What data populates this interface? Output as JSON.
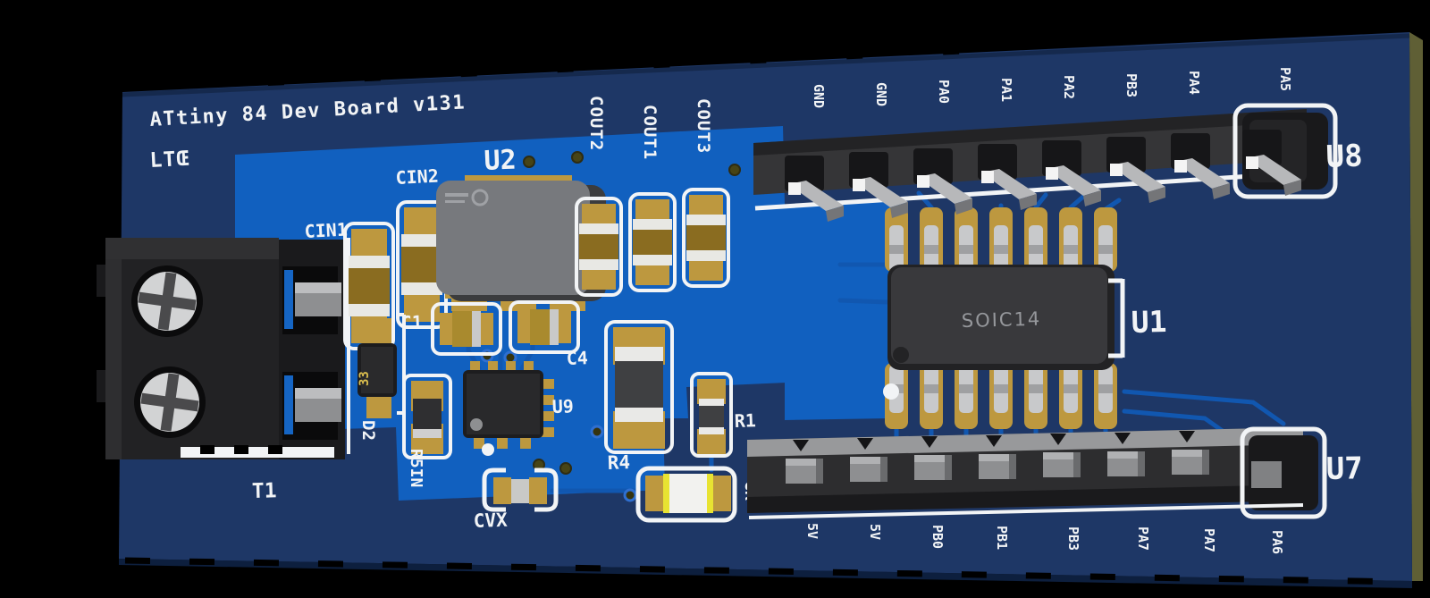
{
  "colors": {
    "background": "#000000",
    "board_navy": "#1e3766",
    "copper_pour_blue": "#1160bf",
    "trace_blue": "#1157b0",
    "silkscreen_white": "#f2f4f6",
    "pad_gold": "#bd983f",
    "board_edge_olive": "#5f5f35",
    "chip_black": "#2c2c2e",
    "module_gray": "#77797d",
    "pin_silver": "#c8c9cb",
    "led_yellow": "#e8e332",
    "d2_marking_yellow": "#dcbf4e"
  },
  "silkscreen": {
    "title_line1": "ATtiny 84 Dev Board v131",
    "title_line2": "LTŒ",
    "designators": {
      "t1": "T1",
      "cin1": "CIN1",
      "cin2": "CIN2",
      "u2": "U2",
      "cout2": "COUT2",
      "cout1": "COUT1",
      "cout3": "COUT3",
      "c1": "C1",
      "c4": "C4",
      "d2": "D2",
      "r5in": "R5IN",
      "u9": "U9",
      "r4": "R4",
      "r1": "R1",
      "gr": "GR",
      "cvx": "CVX",
      "u1": "U1"
    }
  },
  "markings": {
    "d2_body": "33",
    "u1_chip": "SOIC14"
  },
  "top_header": {
    "ref": "U8",
    "pins": [
      "GND",
      "GND",
      "PA0",
      "PA1",
      "PA2",
      "PB3",
      "PA4",
      "PA5"
    ]
  },
  "bottom_header": {
    "ref": "U7",
    "pins": [
      "5V",
      "5V",
      "PB0",
      "PB1",
      "PB3",
      "PA7",
      "PA7",
      "PA6"
    ]
  }
}
